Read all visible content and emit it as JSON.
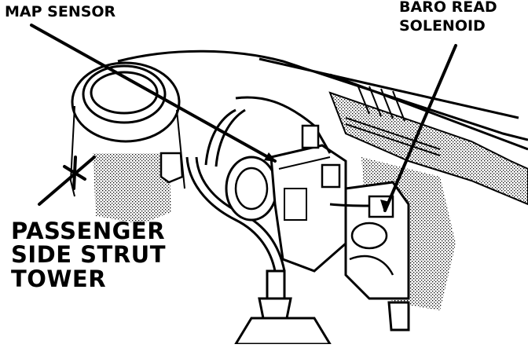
{
  "labels": {
    "map_sensor": "MAP SENSOR",
    "baro_read_line1": "BARO READ",
    "baro_read_line2": "SOLENOID",
    "strut_line1": "PASSENGER",
    "strut_line2": "SIDE STRUT",
    "strut_line3": "TOWER"
  },
  "colors": {
    "ink": "#000000",
    "paper": "#ffffff",
    "shade": "#9a9a9a"
  }
}
